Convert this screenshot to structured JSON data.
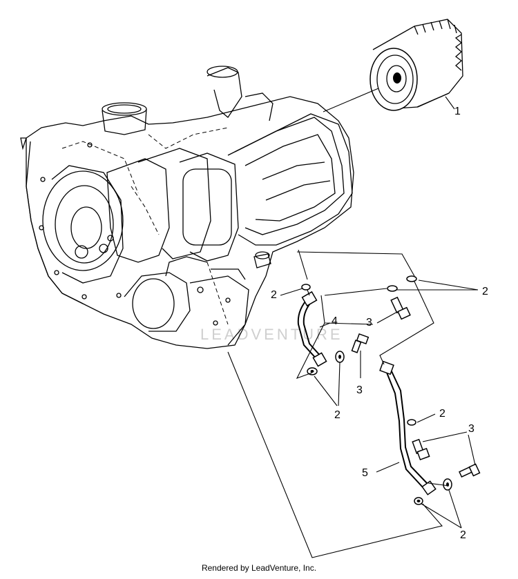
{
  "callouts": {
    "c1": "1",
    "c2a": "2",
    "c2b": "2",
    "c2c": "2",
    "c2d": "2",
    "c2e": "2",
    "c3a": "3",
    "c3b": "3",
    "c3c": "3",
    "c4": "4",
    "c5": "5"
  },
  "footer": {
    "credit": "Rendered by LeadVenture, Inc."
  },
  "watermark": {
    "brand": "LEADVENTURE"
  }
}
